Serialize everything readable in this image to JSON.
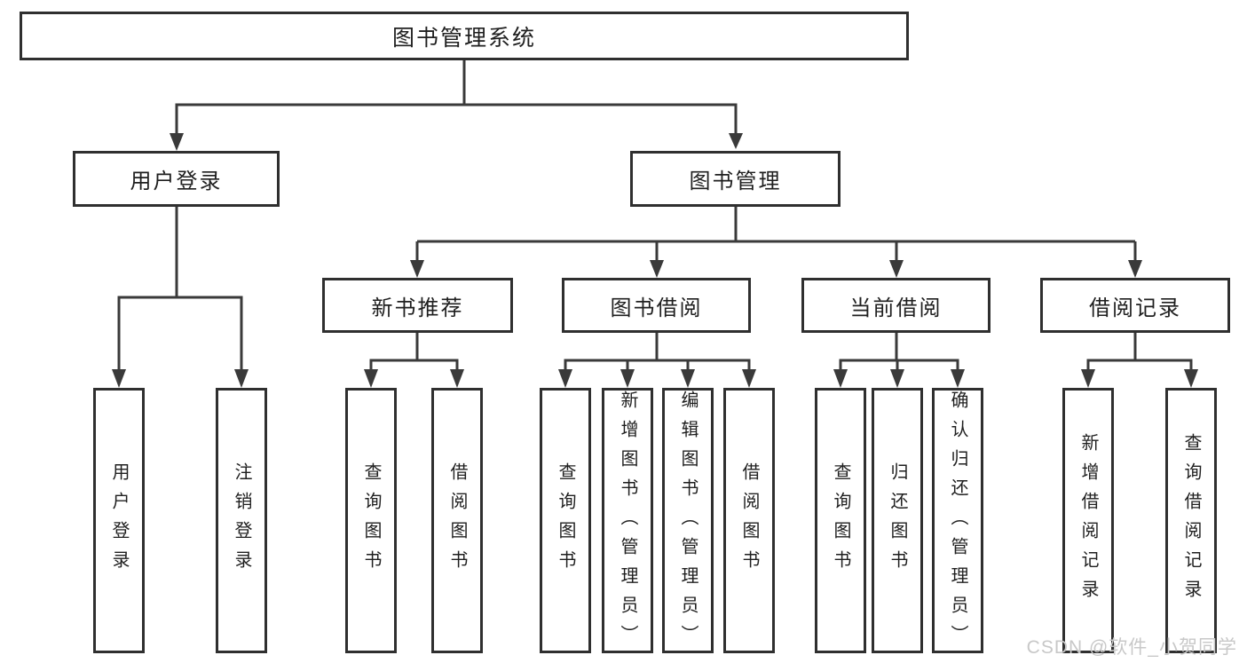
{
  "diagram": {
    "root": {
      "label": "图书管理系统"
    },
    "level2": [
      {
        "label": "用户登录"
      },
      {
        "label": "图书管理"
      }
    ],
    "level3": [
      {
        "label": "新书推荐"
      },
      {
        "label": "图书借阅"
      },
      {
        "label": "当前借阅"
      },
      {
        "label": "借阅记录"
      }
    ],
    "groups": [
      {
        "parent": "用户登录",
        "children": [
          "用户登录",
          "注销登录"
        ]
      },
      {
        "parent": "新书推荐",
        "children": [
          "查询图书",
          "借阅图书"
        ]
      },
      {
        "parent": "图书借阅",
        "children": [
          "查询图书",
          "新增图书（管理员）",
          "编辑图书（管理员）",
          "借阅图书"
        ]
      },
      {
        "parent": "当前借阅",
        "children": [
          "查询图书",
          "归还图书",
          "确认归还（管理员）"
        ]
      },
      {
        "parent": "借阅记录",
        "children": [
          "新增借阅记录",
          "查询借阅记录"
        ]
      }
    ]
  },
  "watermark": {
    "text": "CSDN @软件_小贺同学"
  },
  "colors": {
    "border": "#2f2f2f",
    "line": "#3a3a3a",
    "text": "#1f1f1f",
    "watermark": "#c8c8c8",
    "background": "#ffffff"
  }
}
